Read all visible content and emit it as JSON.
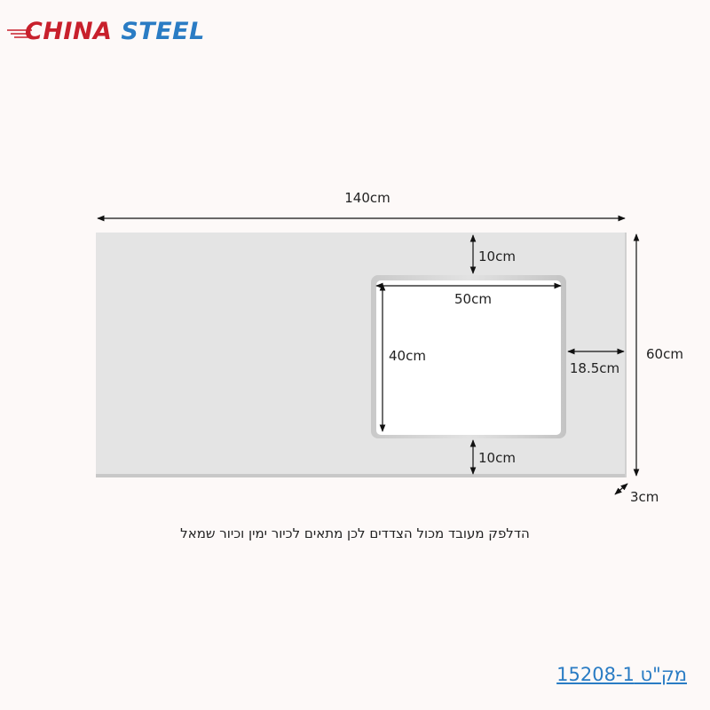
{
  "brand": {
    "word1": "CHINA",
    "word2": "STEEL",
    "color1": "#c8202c",
    "color2": "#2a7cc4"
  },
  "dimensions": {
    "total_width": "140cm",
    "total_depth": "60cm",
    "thickness": "3cm",
    "cutout_width": "50cm",
    "cutout_depth": "40cm",
    "top_margin": "10cm",
    "bottom_margin": "10cm",
    "side_margin": "18.5cm"
  },
  "caption": "הדלפק מעובד מכול הצדדים לכן מתאים לכיור ימין וכיור שמאל",
  "sku": "מק\"ט 15208-1",
  "colors": {
    "background": "#fdf9f8",
    "countertop": "#e4e4e4",
    "link": "#2a7cc4"
  }
}
